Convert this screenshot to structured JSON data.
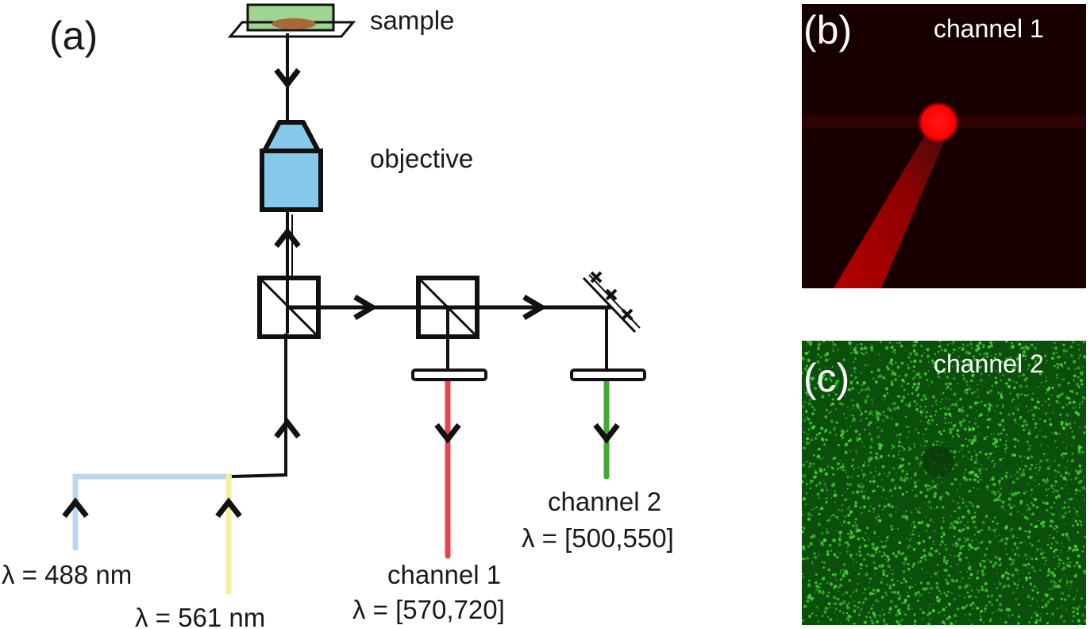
{
  "panel_a": {
    "letter": "(a)",
    "sample_label": "sample",
    "objective_label": "objective",
    "laser_488": "λ = 488 nm",
    "laser_561": "λ = 561 nm",
    "channel1_name": "channel 1",
    "channel1_range": "λ = [570,720]",
    "channel2_name": "channel 2",
    "channel2_range": "λ = [500,550]"
  },
  "panel_b": {
    "letter": "(b)",
    "title": "channel 1"
  },
  "panel_c": {
    "letter": "(c)",
    "title": "channel 2"
  },
  "colors": {
    "beam": "#111111",
    "laser_488": "#b9d7ee",
    "laser_561": "#f6ee9f",
    "channel1": "#e64550",
    "channel2": "#45a838",
    "objective": "#86c9ea",
    "sample": "#9fd592",
    "specimen": "#a66a3a",
    "panel_b_bg": "#180000",
    "panel_c_bg": "#0c4f0c"
  }
}
